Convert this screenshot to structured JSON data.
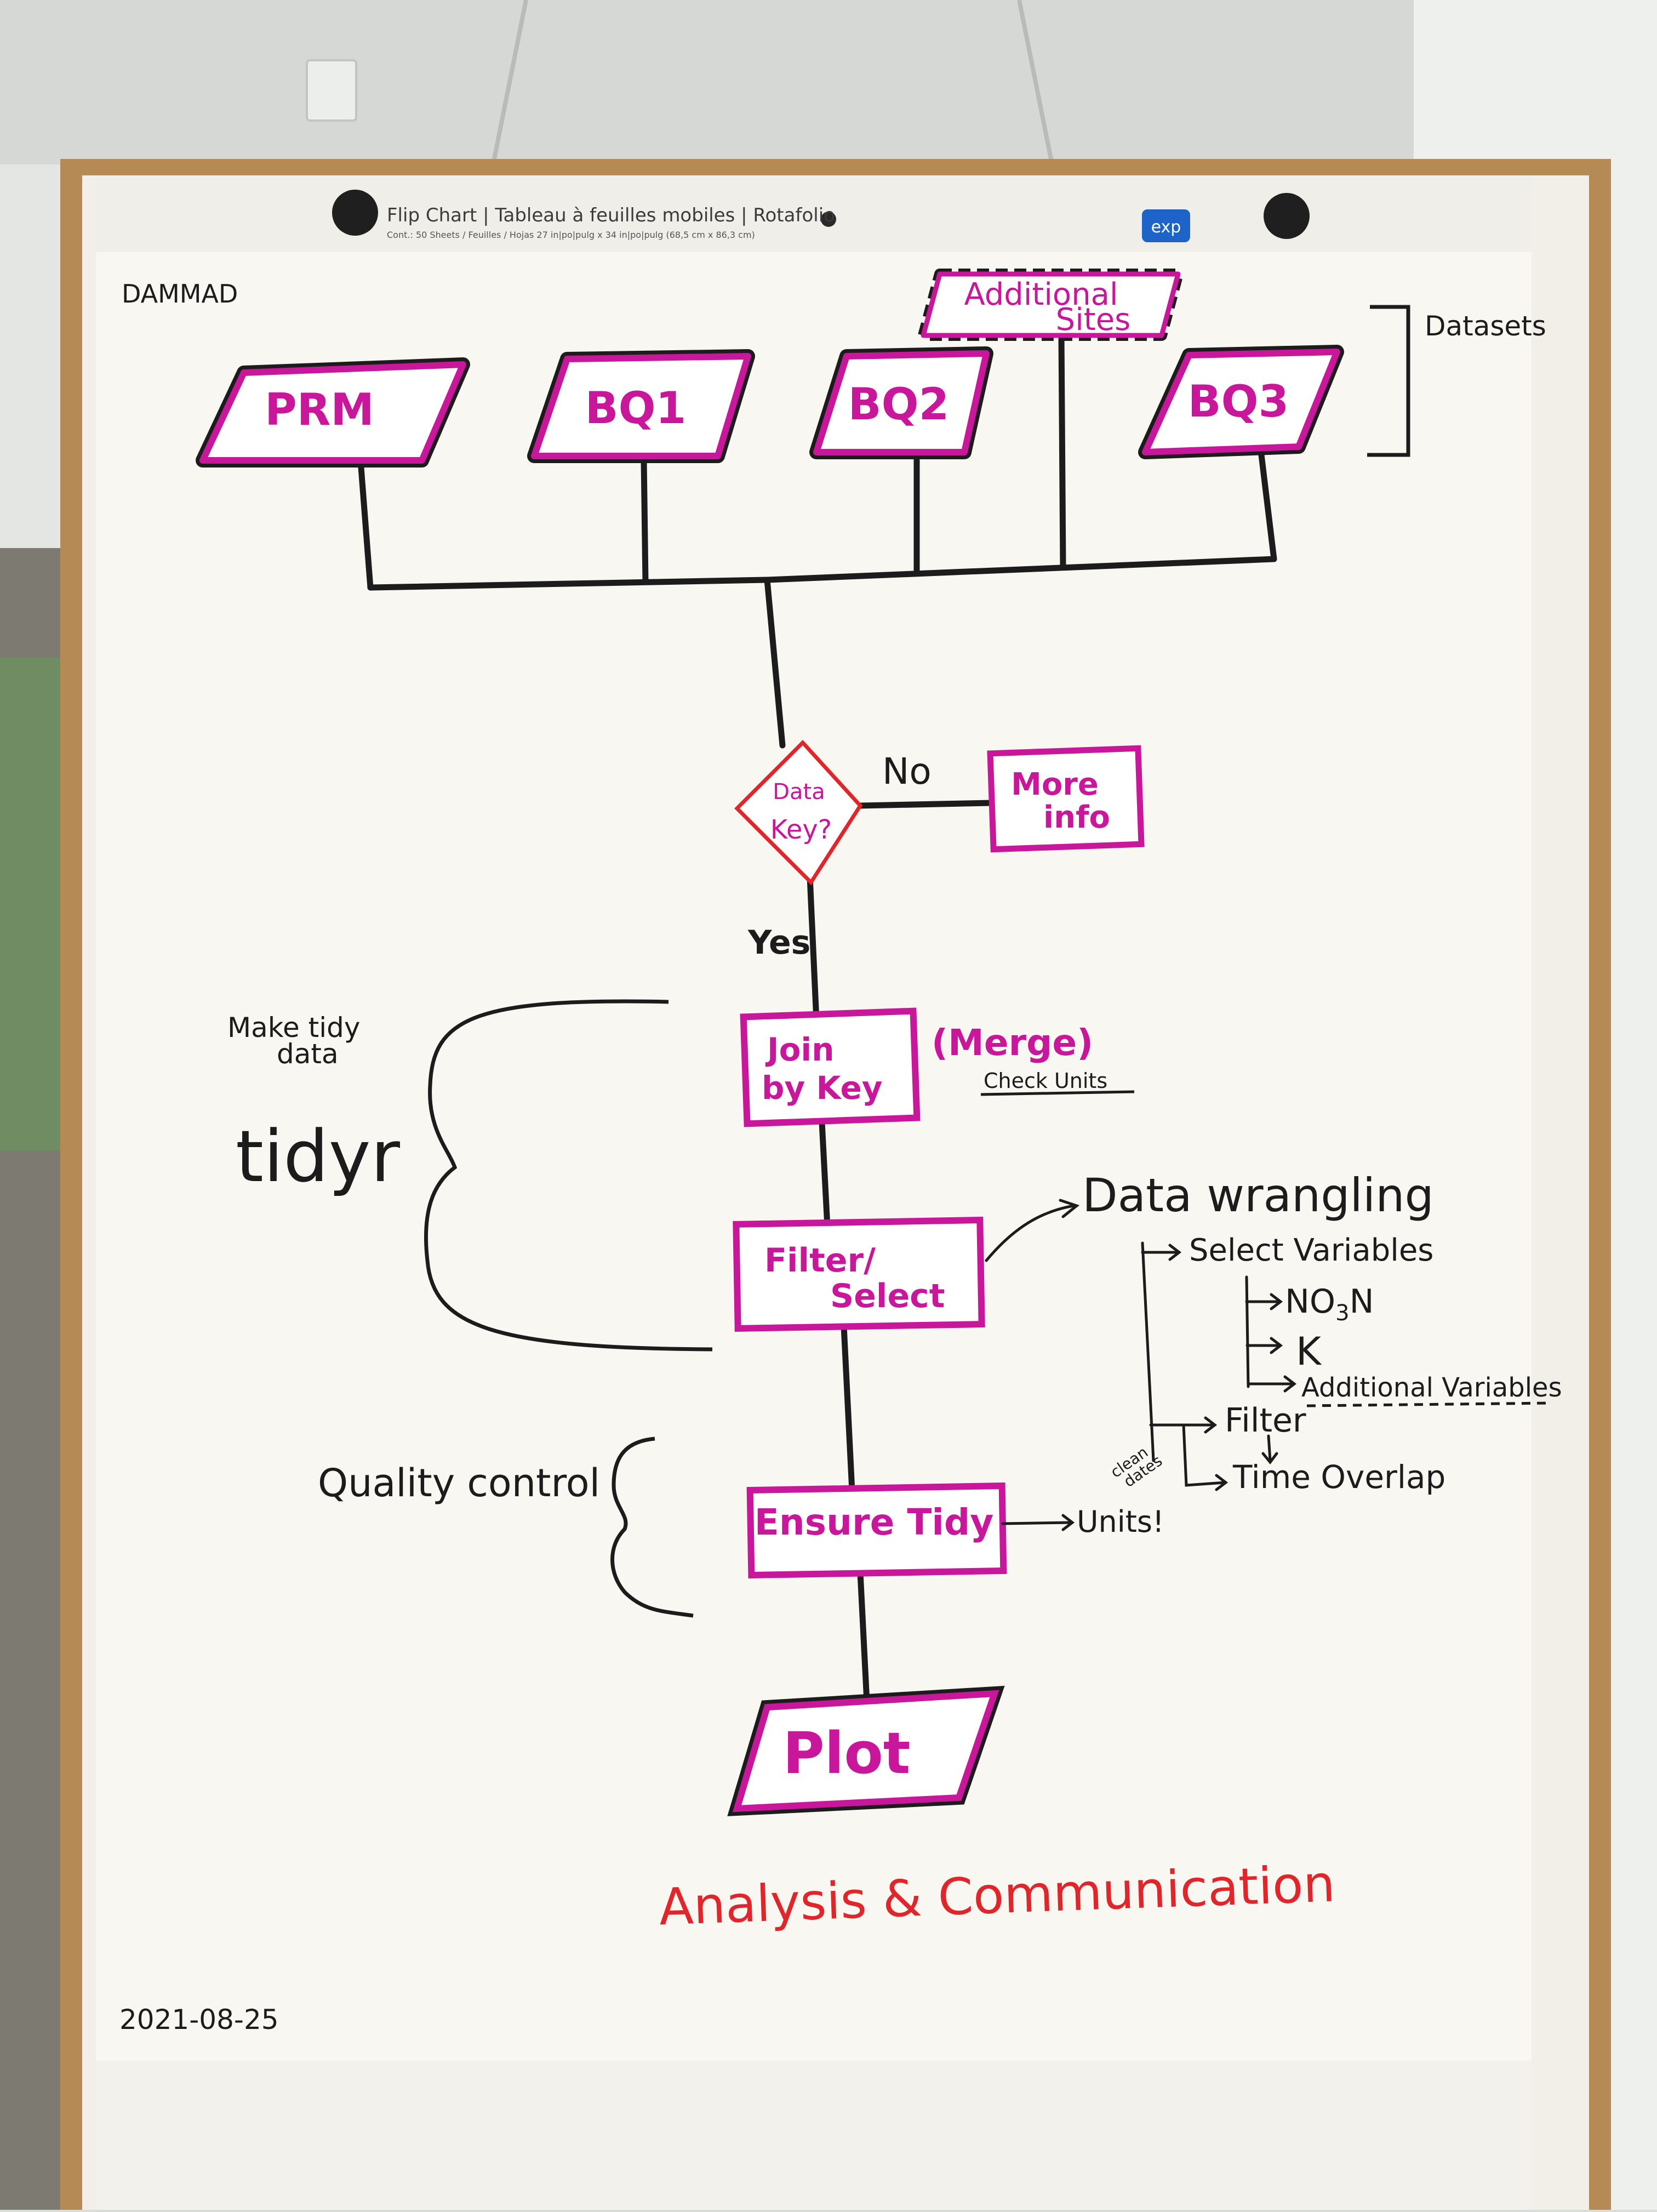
{
  "header": {
    "brand_text": "Flip Chart | Tableau à feuilles mobiles | Rotafolio",
    "spec_text": "Cont.: 50 Sheets / Feuilles / Hojas  27 in|po|pulg x 34 in|po|pulg (68,5 cm x 86,3 cm)",
    "logo_text": "exp"
  },
  "corner_label": "DAMMAD",
  "date": "2021-08-25",
  "datasets_label": "Datasets",
  "datasets": {
    "prm": "PRM",
    "bq1": "BQ1",
    "bq2": "BQ2",
    "bq3": "BQ3",
    "additional_line1": "Additional",
    "additional_line2": "Sites"
  },
  "decision": {
    "line1": "Data",
    "line2": "Key?",
    "no_label": "No",
    "yes_label": "Yes"
  },
  "more_info": {
    "line1": "More",
    "line2": "info"
  },
  "join": {
    "line1": "Join",
    "line2": "by Key",
    "merge": "(Merge)",
    "check_units": "Check Units"
  },
  "filter": {
    "line1": "Filter/",
    "line2": "Select"
  },
  "ensure": "Ensure Tidy",
  "plot": "Plot",
  "left_notes": {
    "make_tidy_line1": "Make tidy",
    "make_tidy_line2": "data",
    "tidyr": "tidyr",
    "quality_control": "Quality control"
  },
  "wrangling": {
    "title": "Data wrangling",
    "select_variables": "Select Variables",
    "no3n": "NO",
    "no3n_sub": "3",
    "no3n_end": "N",
    "k": "K",
    "additional_variables": "Additional Variables",
    "filter": "Filter",
    "clean_dates_line1": "clean",
    "clean_dates_line2": "dates",
    "time_overlap": "Time Overlap",
    "units": "Units!"
  },
  "footer": "Analysis & Communication",
  "colors": {
    "magenta": "#c8179a",
    "red": "#e0262b",
    "ink": "#1c1c1c",
    "paper": "#f7f6f1"
  }
}
